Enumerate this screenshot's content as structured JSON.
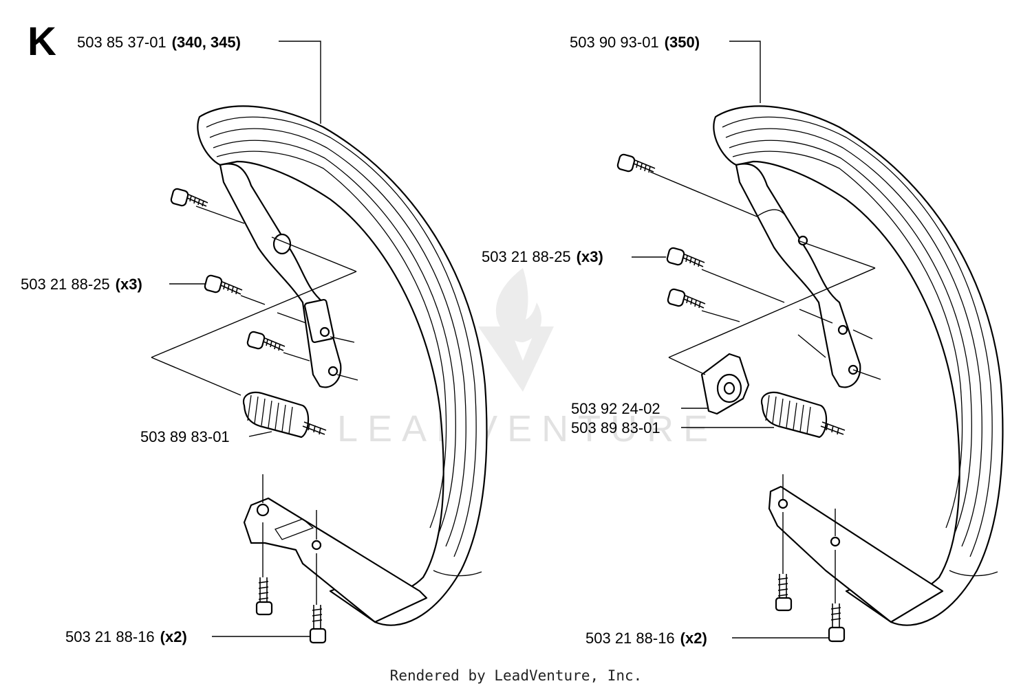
{
  "section_letter": "K",
  "footer": "Rendered by LeadVenture, Inc.",
  "watermark": "LEADVENTURE",
  "left": {
    "handle": {
      "part_no": "503 85 37-01",
      "note": "(340, 345)"
    },
    "screws_top": {
      "part_no": "503 21 88-25",
      "note": "(x3)"
    },
    "spring": {
      "part_no": "503 89 83-01"
    },
    "screws_bottom": {
      "part_no": "503 21 88-16",
      "note": "(x2)"
    }
  },
  "right": {
    "handle": {
      "part_no": "503 90 93-01",
      "note": "(350)"
    },
    "screws_top": {
      "part_no": "503 21 88-25",
      "note": "(x3)"
    },
    "bracket": {
      "part_no": "503 92 24-02"
    },
    "spring": {
      "part_no": "503 89 83-01"
    },
    "screws_bottom": {
      "part_no": "503 21 88-16",
      "note": "(x2)"
    }
  }
}
